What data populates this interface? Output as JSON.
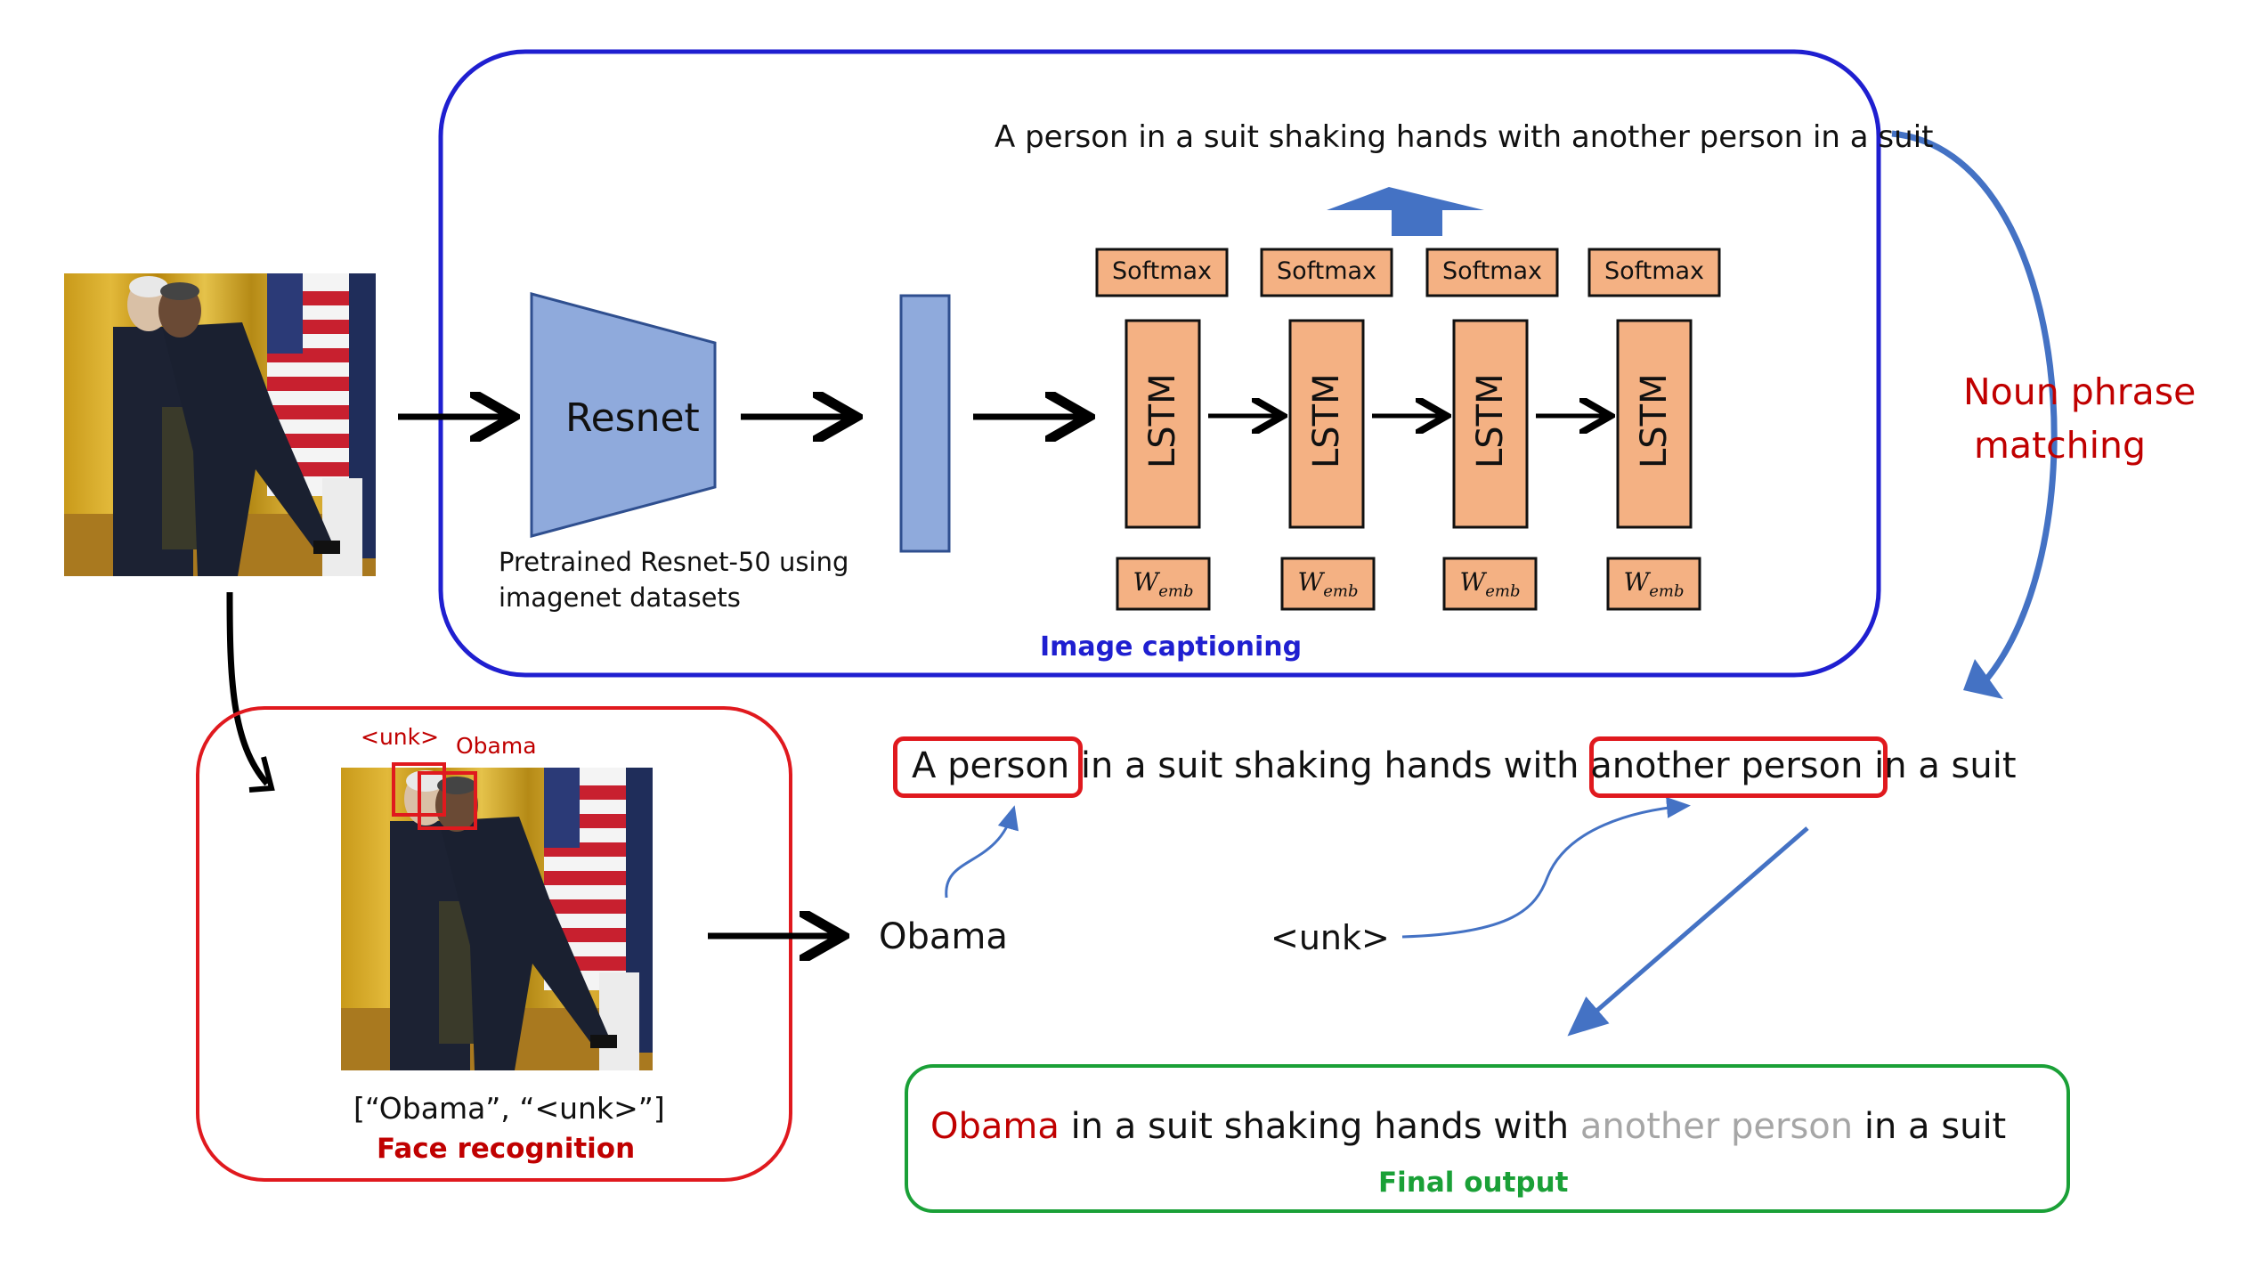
{
  "caption_output": "A person in a suit shaking hands with another person in a suit",
  "resnet": {
    "label": "Resnet",
    "desc_line1": "Pretrained Resnet-50 using",
    "desc_line2": "imagenet datasets"
  },
  "decoder": {
    "softmax_labels": [
      "Softmax",
      "Softmax",
      "Softmax",
      "Softmax"
    ],
    "lstm_labels": [
      "LSTM",
      "LSTM",
      "LSTM",
      "LSTM"
    ],
    "wemb_main": "W",
    "wemb_sub": "emb"
  },
  "image_captioning_label": "Image captioning",
  "noun_phrase": {
    "line1": "Noun phrase",
    "line2": "matching"
  },
  "face": {
    "box_labels": [
      "<unk>",
      "Obama"
    ],
    "result_list": "[“Obama”, “<unk>”]",
    "label": "Face recognition"
  },
  "matched_caption": {
    "phrase1": "A person",
    "middle": " in a suit shaking hands with ",
    "phrase2": "another person",
    "end": " in a suit"
  },
  "names": {
    "obama": "Obama",
    "unk": "<unk>"
  },
  "final": {
    "name": "Obama",
    "part1": " in a suit shaking hands with ",
    "gray": "another person",
    "part2": " in a suit",
    "label": "Final output"
  },
  "colors": {
    "resnet_fill": "#8faadc",
    "orange_fill": "#f4b183",
    "blue_border": "#1f1fd0",
    "red_border": "#e0191e",
    "green_border": "#1aa037",
    "arrow_blue": "#4472c4"
  }
}
